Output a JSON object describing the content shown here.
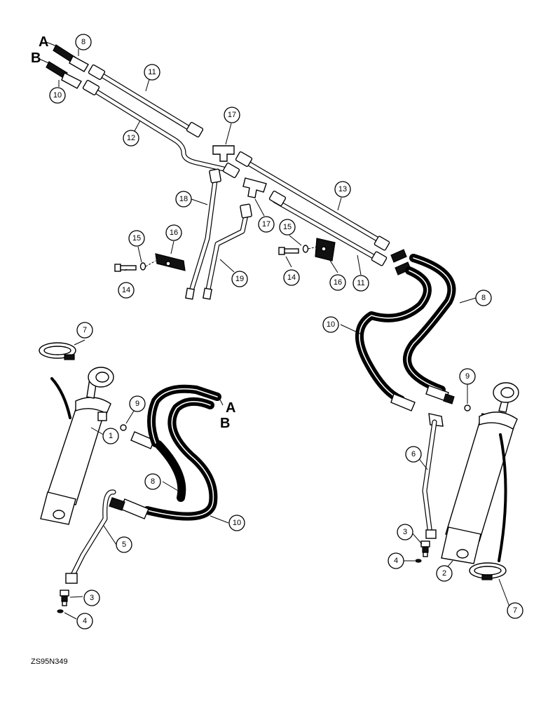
{
  "figure": {
    "reference_code": "ZS95N349",
    "port_labels": {
      "a": "A",
      "b": "B"
    },
    "callouts": {
      "c1": "1",
      "c2": "2",
      "c3l": "3",
      "c3r": "3",
      "c4l": "4",
      "c4r": "4",
      "c5": "5",
      "c6": "6",
      "c7l": "7",
      "c7r": "7",
      "c8t": "8",
      "c8l": "8",
      "c8r": "8",
      "c9l": "9",
      "c9r": "9",
      "c10t": "10",
      "c10l": "10",
      "c10r": "10",
      "c11t": "11",
      "c11r": "11",
      "c12": "12",
      "c13": "13",
      "c14l": "14",
      "c14r": "14",
      "c15l": "15",
      "c15r": "15",
      "c16l": "16",
      "c16r": "16",
      "c17a": "17",
      "c17b": "17",
      "c18": "18",
      "c19": "19"
    }
  }
}
